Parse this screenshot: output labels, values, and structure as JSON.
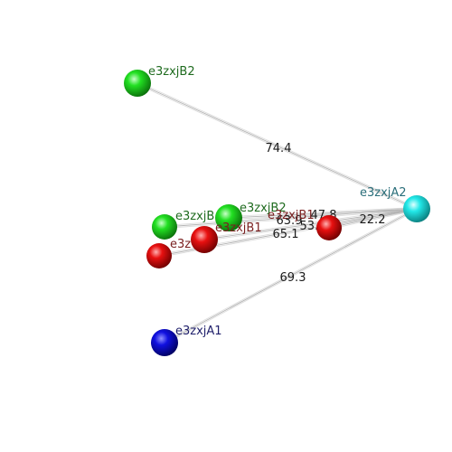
{
  "viewer": {
    "background": "#ffffff",
    "edge_color": "#b4b4b4"
  },
  "atoms": [
    {
      "id": "b2_top",
      "label": "e3zxjB2",
      "color": "green",
      "label_color": "#1f6b1f"
    },
    {
      "id": "a2",
      "label": "e3zxjA2",
      "color": "cyan",
      "label_color": "#2a6e7a"
    },
    {
      "id": "g_left",
      "label": "e3zxjB",
      "color": "green",
      "label_color": "#1f6b1f"
    },
    {
      "id": "g_mid",
      "label": "e3zxjB2",
      "color": "green",
      "label_color": "#1f6b1f"
    },
    {
      "id": "r_mid",
      "label": "e3zxjB1",
      "color": "red",
      "label_color": "#7a1f1f"
    },
    {
      "id": "r_left",
      "label": "e3z",
      "color": "red",
      "label_color": "#7a1f1f"
    },
    {
      "id": "r_right",
      "label": "e3zxjB1",
      "color": "red",
      "label_color": "#7a1f1f"
    },
    {
      "id": "a1",
      "label": "e3zxjA1",
      "color": "blue",
      "label_color": "#1f1f6b"
    }
  ],
  "links": [
    {
      "from": "b2_top",
      "to": "a2",
      "distance": "74.4"
    },
    {
      "from": "a1",
      "to": "a2",
      "distance": "69.3"
    },
    {
      "from": "r_right",
      "to": "a2",
      "distance": "22.2"
    },
    {
      "from": "r_mid",
      "to": "a2",
      "distance": "65.1"
    },
    {
      "from": "g_mid",
      "to": "a2",
      "distance": "63.9"
    },
    {
      "from": "r_left",
      "to": "a2",
      "distance": "47.8"
    },
    {
      "from": "g_left",
      "to": "a2",
      "distance": "53.0"
    }
  ]
}
